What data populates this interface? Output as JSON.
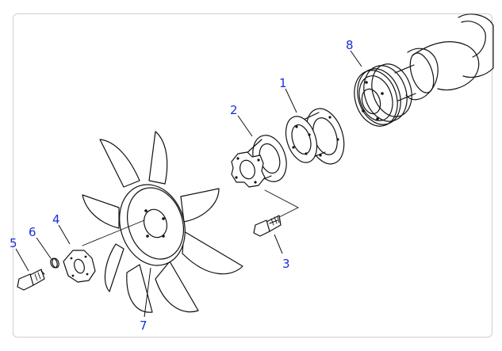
{
  "theme": {
    "callout_color": "#1a2fd6",
    "line_color": "#111111",
    "frame_color": "#cfcfcf"
  },
  "callouts": [
    {
      "id": "1",
      "label": "1"
    },
    {
      "id": "2",
      "label": "2"
    },
    {
      "id": "3",
      "label": "3"
    },
    {
      "id": "4",
      "label": "4"
    },
    {
      "id": "5",
      "label": "5"
    },
    {
      "id": "6",
      "label": "6"
    },
    {
      "id": "7",
      "label": "7"
    },
    {
      "id": "8",
      "label": "8"
    }
  ]
}
